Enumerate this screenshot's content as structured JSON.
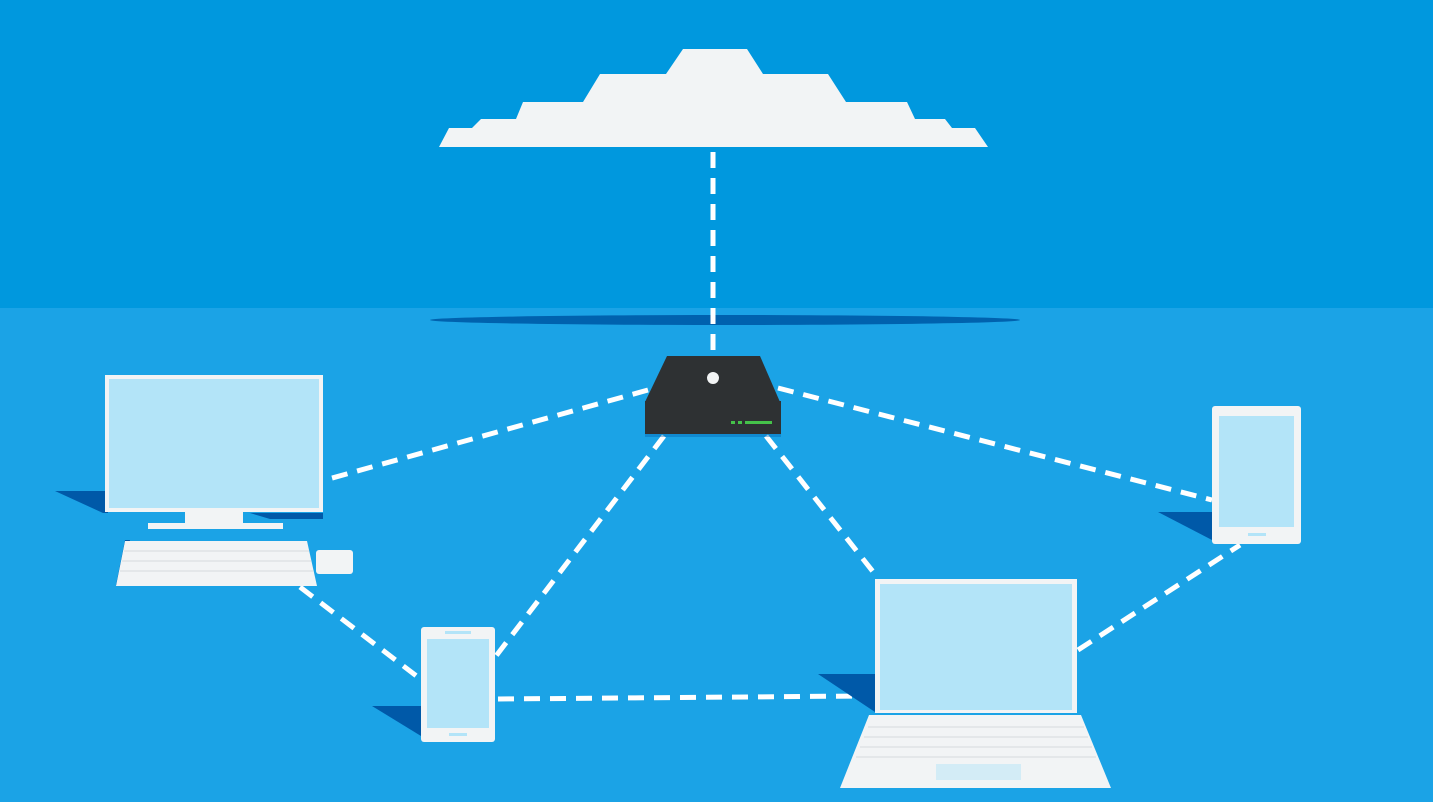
{
  "diagram": {
    "type": "network-topology",
    "nodes": [
      {
        "id": "cloud",
        "icon": "cloud-icon"
      },
      {
        "id": "router",
        "icon": "router-icon"
      },
      {
        "id": "desktop",
        "icon": "desktop-computer-icon"
      },
      {
        "id": "phone",
        "icon": "smartphone-icon"
      },
      {
        "id": "laptop",
        "icon": "laptop-icon"
      },
      {
        "id": "tablet",
        "icon": "tablet-icon"
      }
    ],
    "links": [
      {
        "from": "cloud",
        "to": "router"
      },
      {
        "from": "router",
        "to": "desktop"
      },
      {
        "from": "router",
        "to": "phone"
      },
      {
        "from": "router",
        "to": "laptop"
      },
      {
        "from": "router",
        "to": "tablet"
      },
      {
        "from": "desktop",
        "to": "phone"
      },
      {
        "from": "phone",
        "to": "laptop"
      },
      {
        "from": "laptop",
        "to": "tablet"
      }
    ]
  },
  "colors": {
    "sky": "#0098DE",
    "floor": "#1BA3E6",
    "horizon_shadow": "#0062AE",
    "device_shadow": "#0059A8",
    "device_body": "#F2F4F5",
    "screen": "#B3E4F8",
    "router_body": "#2E3133",
    "router_led": "#45C24A",
    "link": "#FFFFFF"
  }
}
